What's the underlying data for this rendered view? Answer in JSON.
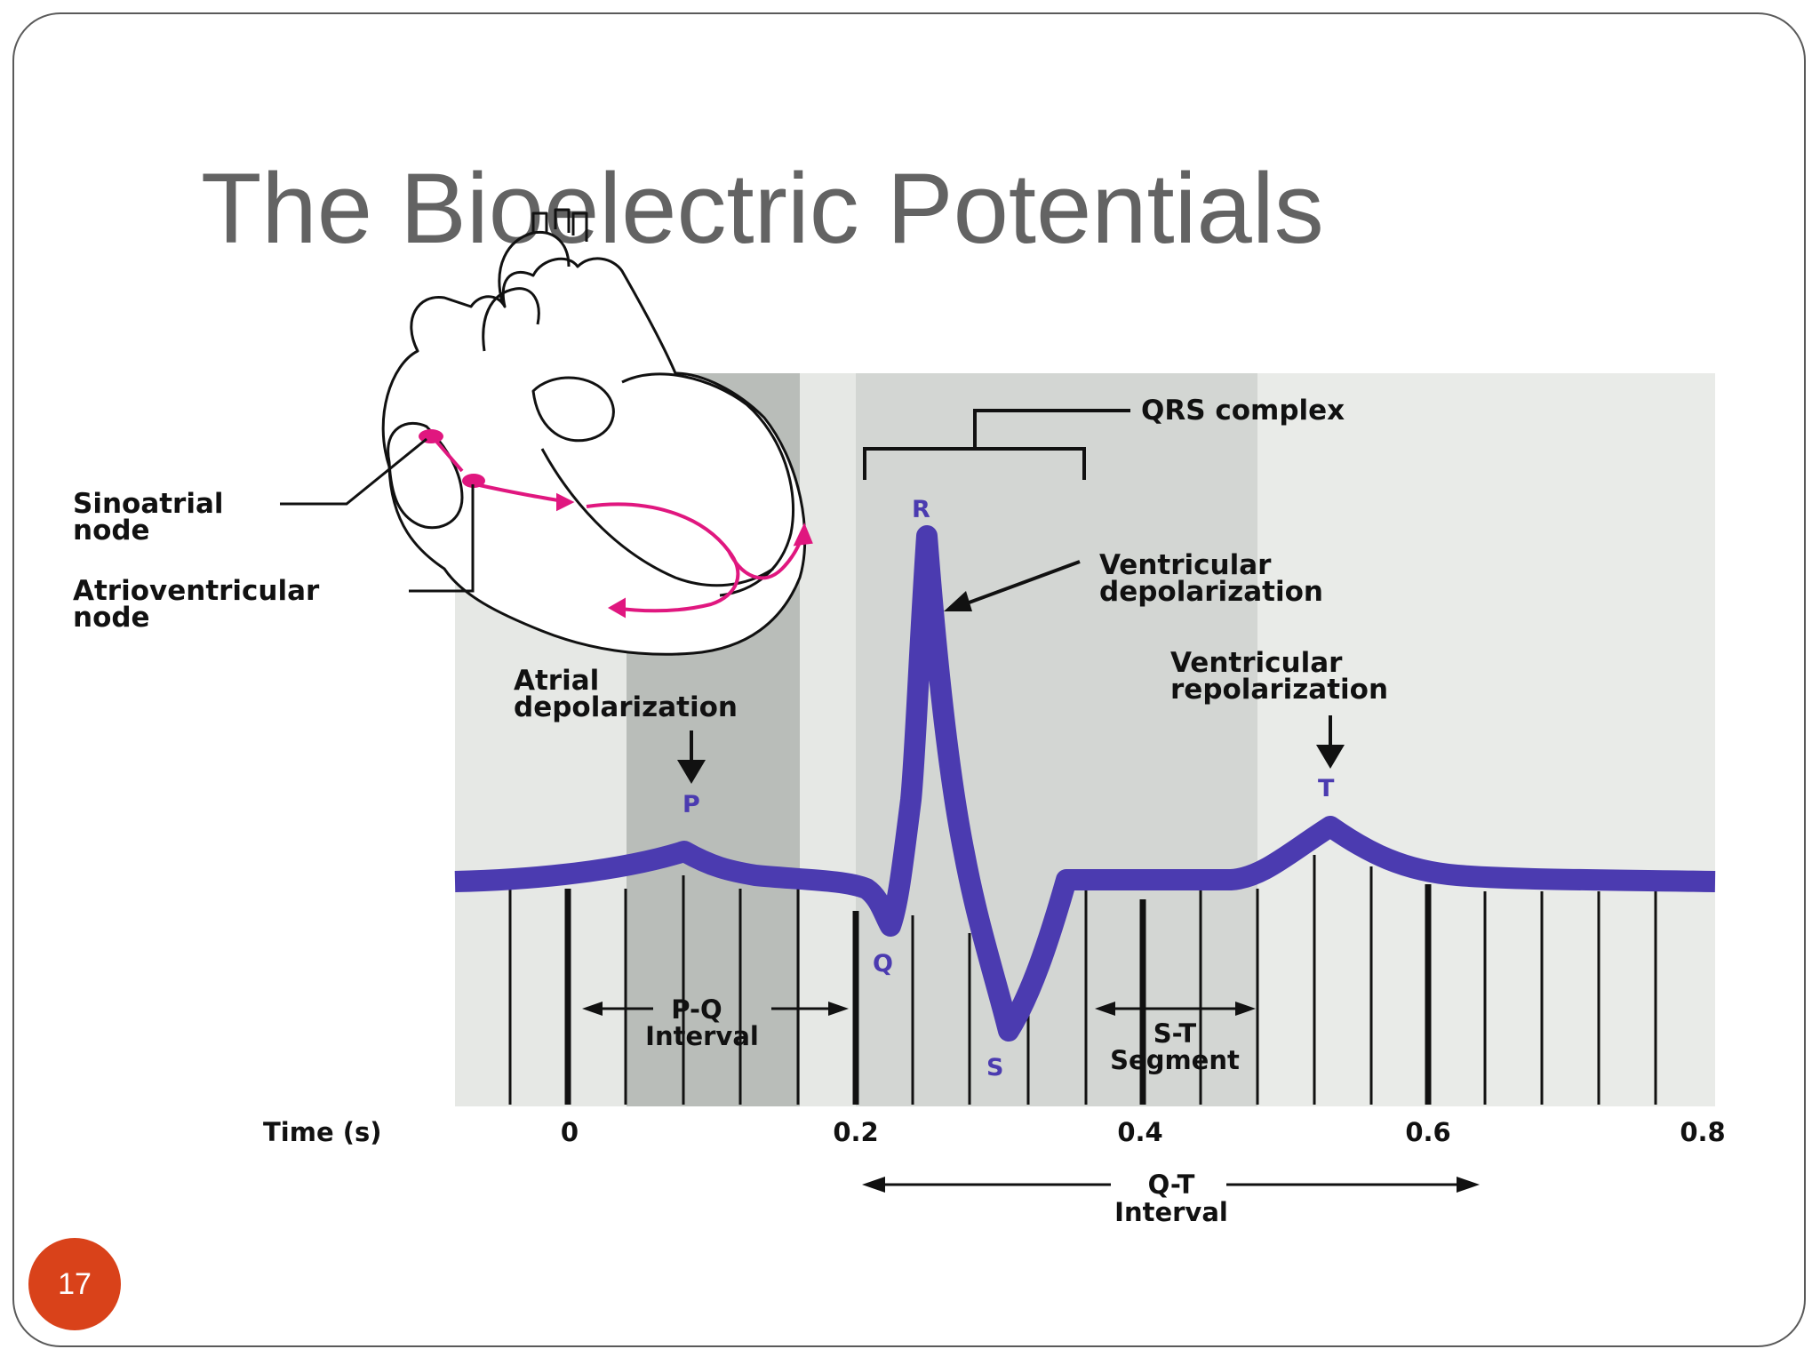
{
  "slide": {
    "title": "The Bioelectric Potentials",
    "page_number": "17"
  },
  "heart": {
    "sa_label_line1": "Sinoatrial",
    "sa_label_line2": "node",
    "av_label_line1": "Atrioventricular",
    "av_label_line2": "node"
  },
  "ecg": {
    "qrs_label": "QRS complex",
    "ventricular_depolarization": [
      "Ventricular",
      "depolarization"
    ],
    "atrial_depolarization": [
      "Atrial",
      "depolarization"
    ],
    "ventricular_repolarization": [
      "Ventricular",
      "repolarization"
    ],
    "wave_labels": {
      "p": "P",
      "q": "Q",
      "r": "R",
      "s": "S",
      "t": "T"
    },
    "pq_interval": [
      "P-Q",
      "Interval"
    ],
    "st_segment": [
      "S-T",
      "Segment"
    ],
    "qt_interval": [
      "Q-T",
      "Interval"
    ],
    "time_axis_label": "Time (s)",
    "time_ticks": [
      "0",
      "0.2",
      "0.4",
      "0.6",
      "0.8"
    ],
    "colors": {
      "trace": "#4b3bb0",
      "conduction": "#e0177f",
      "band_light": "#e6e8e5",
      "band_mid": "#d4d7d4",
      "band_dark": "#b8bcb8"
    }
  }
}
